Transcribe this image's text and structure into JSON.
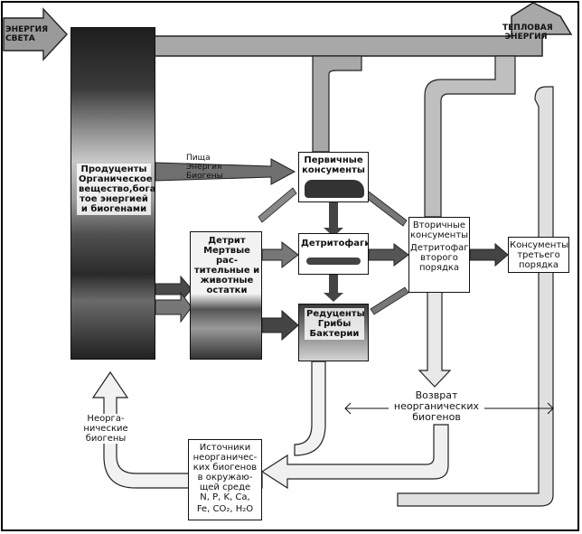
{
  "labels": {
    "light_energy": "ЭНЕРГИЯ СВЕТА",
    "heat_energy": "ТЕПЛОВАЯ ЭНЕРГИЯ",
    "producers": "Продуценты Органическое вещество,бога- тое энергией и биогенами",
    "food_line1": "Пища",
    "food_line2": "Энергия",
    "food_line3": "Биогены",
    "primary_consumers": "Первичные консументы",
    "detritus": "Детрит Мертвые рас- тительные и животные остатки",
    "detritivores": "Детритофаги",
    "reducers": "Редуценты Грибы Бактерии",
    "secondary_consumers": "Вторичные консументы",
    "second_order_detritivores": "Детритофаги второго порядка",
    "tertiary_consumers": "Консументы третьего порядка",
    "return_nutrients": "Возврат неорганических биогенов",
    "inorganic_nutrients": "Неорга- нические биогены",
    "sources": "Источники неорганичес- ких биогенов в окружаю- щей среде",
    "elements_line1": "N, P, K, Ca,",
    "elements_line2": "Fe, CO₂, H₂O"
  }
}
